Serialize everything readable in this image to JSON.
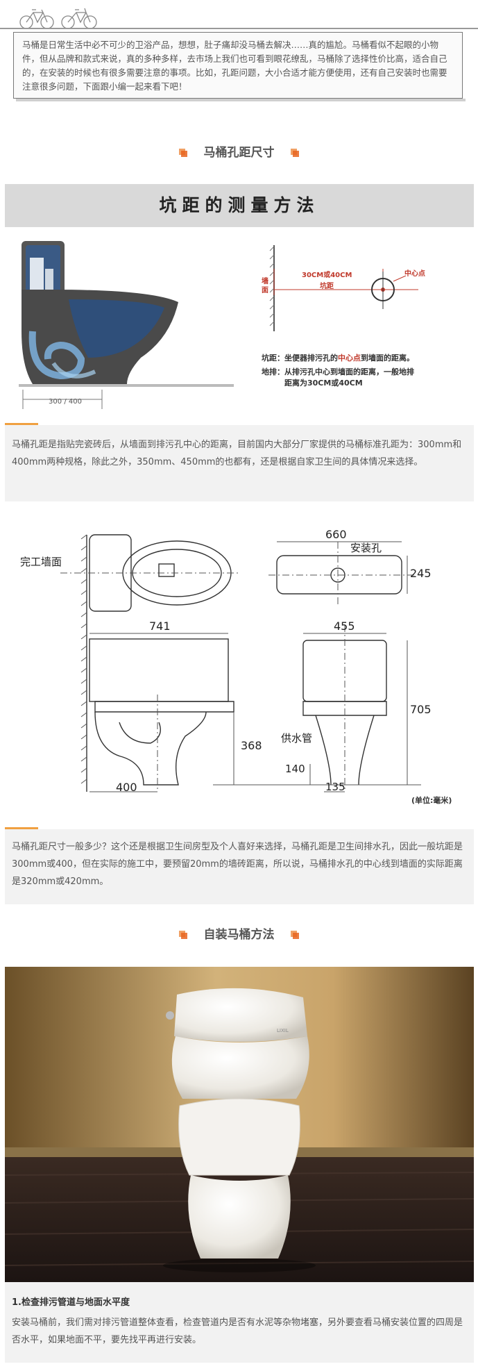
{
  "intro": {
    "text": "马桶是日常生活中必不可少的卫浴产品，想想，肚子痛却没马桶去解决……真的尴尬。马桶看似不起眼的小物件，但从品牌和款式来说，真的多种多样，去市场上我们也可看到眼花缭乱，马桶除了选择性价比高，适合自己的，在安装的时候也有很多需要注意的事项。比如，孔距问题，大小合适才能方便使用，还有自己安装时也需要注意很多问题，下面跟小编一起来看下吧！"
  },
  "section1": {
    "title": "马桶孔距尺寸"
  },
  "banner": {
    "title": "坑距的测量方法"
  },
  "measure": {
    "dim_label": "300 / 400",
    "range_label": "30CM或40CM",
    "pit_label": "坑距",
    "wall_label": "墙面",
    "center_label": "中心点",
    "def1_term": "坑距：",
    "def1_a": "坐便器排污孔的",
    "def1_em": "中心点",
    "def1_b": "到墙面的距离。",
    "def2_term": "地排：",
    "def2_a": "从排污孔中心到墙面的距离，一般地排",
    "def2_b": "距离为30CM或40CM"
  },
  "para1": {
    "text": "马桶孔距是指贴完瓷砖后，从墙面到排污孔中心的距离，目前国内大部分厂家提供的马桶标准孔距为：300mm和400mm两种规格，除此之外，350mm、450mm的也都有，还是根据自家卫生间的具体情况来选择。"
  },
  "drawing": {
    "wall_label": "完工墙面",
    "w660": "660",
    "install_hole": "安装孔",
    "d245": "245",
    "w741": "741",
    "w455": "455",
    "h705": "705",
    "h368": "368",
    "supply_pipe": "供水管",
    "h140": "140",
    "w400": "400",
    "w135": "135",
    "unit": "(单位:毫米)"
  },
  "para2": {
    "text": "马桶孔距尺寸一般多少？这个还是根据卫生间房型及个人喜好来选择，马桶孔距是卫生间排水孔，因此一般坑距是300mm或400，但在实际的施工中，要预留20mm的墙砖距离，所以说，马桶排水孔的中心线到墙面的实际距离是320mm或420mm。"
  },
  "section2": {
    "title": "自装马桶方法"
  },
  "photo": {
    "brand": "LIXIL"
  },
  "step1": {
    "title": "1.检查排污管道与地面水平度",
    "text": "安装马桶前，我们需对排污管道整体查看，检查管道内是否有水泥等杂物堵塞，另外要查看马桶安装位置的四周是否水平，如果地面不平，要先找平再进行安装。"
  },
  "colors": {
    "accent": "#f0a040",
    "orange": "#e8641e",
    "red": "#c0392b",
    "panel": "#f2f2f2"
  }
}
